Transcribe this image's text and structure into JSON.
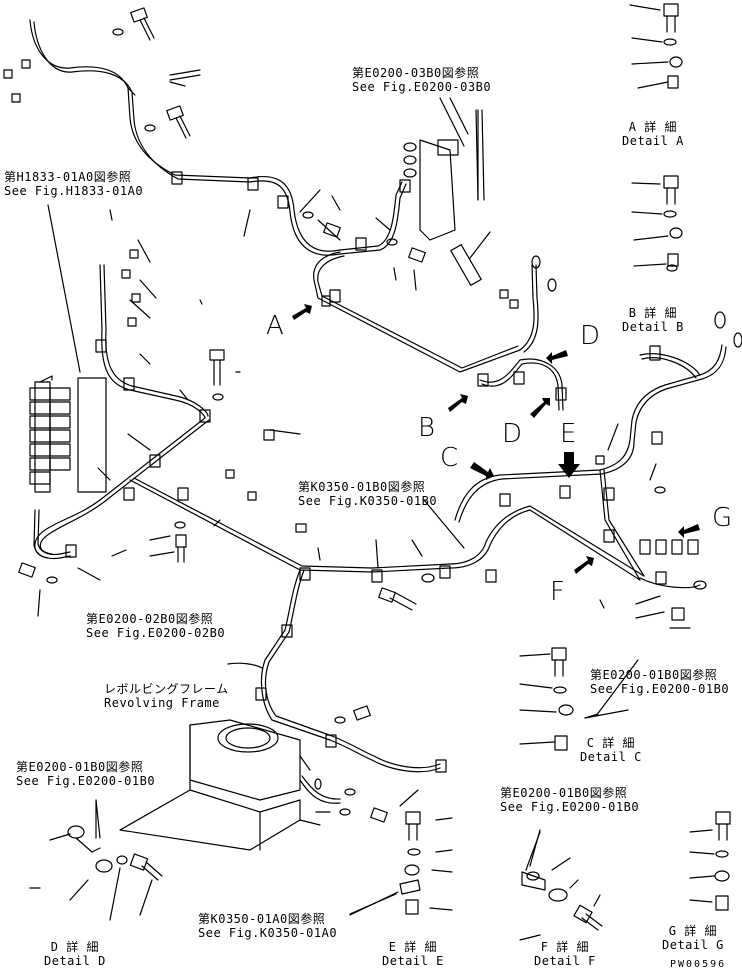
{
  "refs": {
    "e0200_03b0": {
      "jp": "第E0200-03B0図参照",
      "en": "See Fig.E0200-03B0"
    },
    "h1833_01a0": {
      "jp": "第H1833-01A0図参照",
      "en": "See Fig.H1833-01A0"
    },
    "k0350_01b0": {
      "jp": "第K0350-01B0図参照",
      "en": "See Fig.K0350-01B0"
    },
    "e0200_02b0": {
      "jp": "第E0200-02B0図参照",
      "en": "See Fig.E0200-02B0"
    },
    "e0200_01b0_c": {
      "jp": "第E0200-01B0図参照",
      "en": "See Fig.E0200-01B0"
    },
    "e0200_01b0_d": {
      "jp": "第E0200-01B0図参照",
      "en": "See Fig.E0200-01B0"
    },
    "e0200_01b0_f": {
      "jp": "第E0200-01B0図参照",
      "en": "See Fig.E0200-01B0"
    },
    "k0350_01a0": {
      "jp": "第K0350-01A0図参照",
      "en": "See Fig.K0350-01A0"
    }
  },
  "revolving_frame": {
    "jp": "レボルビングフレーム",
    "en": "Revolving Frame"
  },
  "details": {
    "a": {
      "jp": "A 詳 細",
      "en": "Detail A"
    },
    "b": {
      "jp": "B 詳 細",
      "en": "Detail B"
    },
    "c": {
      "jp": "C 詳 細",
      "en": "Detail C"
    },
    "d": {
      "jp": "D 詳 細",
      "en": "Detail D"
    },
    "e": {
      "jp": "E 詳 細",
      "en": "Detail E"
    },
    "f": {
      "jp": "F 詳 細",
      "en": "Detail F"
    },
    "g": {
      "jp": "G 詳 細",
      "en": "Detail G"
    }
  },
  "view_letters": {
    "a": "A",
    "b": "B",
    "c": "C",
    "d_upper": "D",
    "d_lower": "D",
    "e": "E",
    "f": "F",
    "g": "G"
  },
  "drawing_code": "PW00596",
  "colors": {
    "line": "#000000",
    "background": "#ffffff"
  }
}
